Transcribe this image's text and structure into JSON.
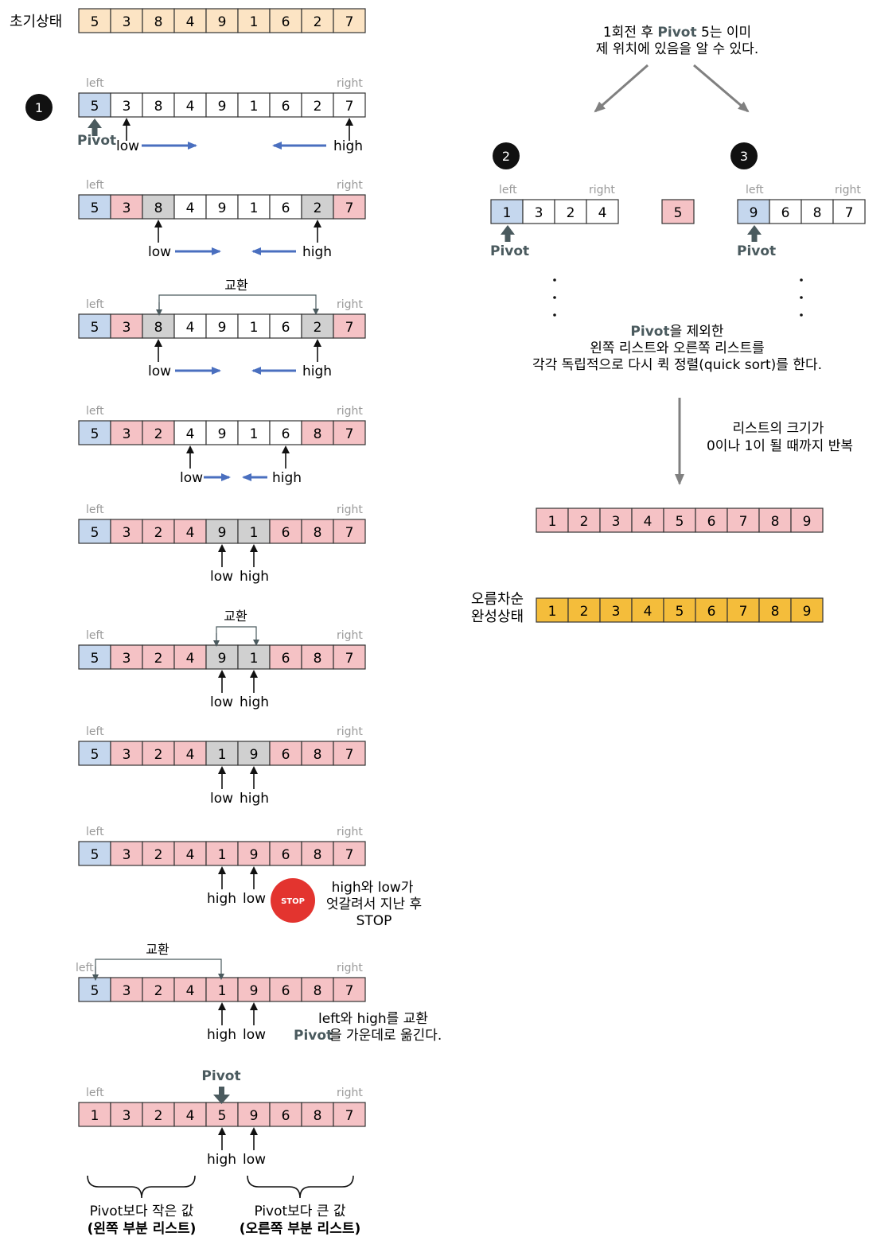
{
  "colors": {
    "initial_fill": "#fce4c4",
    "pivot_fill": "#c5d7ee",
    "done_fill": "#f5c2c5",
    "compare_fill": "#d0d0d0",
    "sorted_fill": "#f4bd3b",
    "move_arrow": "#4a6fbf",
    "pivot_arrow": "#4a5a5e",
    "stop_sign": "#e3342f",
    "gray_arrow": "#808080"
  },
  "labels": {
    "initial": "초기상태",
    "left": "left",
    "right": "right",
    "low": "low",
    "high": "high",
    "pivot": "Pivot",
    "swap": "교환",
    "stop_sign": "STOP"
  },
  "initial_array": [
    "5",
    "3",
    "8",
    "4",
    "9",
    "1",
    "6",
    "2",
    "7"
  ],
  "steps": [
    {
      "values": [
        "5",
        "3",
        "8",
        "4",
        "9",
        "1",
        "6",
        "2",
        "7"
      ],
      "colors": [
        "p",
        "w",
        "w",
        "w",
        "w",
        "w",
        "w",
        "w",
        "w"
      ]
    },
    {
      "values": [
        "5",
        "3",
        "8",
        "4",
        "9",
        "1",
        "6",
        "2",
        "7"
      ],
      "colors": [
        "p",
        "d",
        "g",
        "w",
        "w",
        "w",
        "w",
        "g",
        "d"
      ]
    },
    {
      "values": [
        "5",
        "3",
        "8",
        "4",
        "9",
        "1",
        "6",
        "2",
        "7"
      ],
      "colors": [
        "p",
        "d",
        "g",
        "w",
        "w",
        "w",
        "w",
        "g",
        "d"
      ]
    },
    {
      "values": [
        "5",
        "3",
        "2",
        "4",
        "9",
        "1",
        "6",
        "8",
        "7"
      ],
      "colors": [
        "p",
        "d",
        "d",
        "w",
        "w",
        "w",
        "w",
        "d",
        "d"
      ]
    },
    {
      "values": [
        "5",
        "3",
        "2",
        "4",
        "9",
        "1",
        "6",
        "8",
        "7"
      ],
      "colors": [
        "p",
        "d",
        "d",
        "d",
        "g",
        "g",
        "d",
        "d",
        "d"
      ]
    },
    {
      "values": [
        "5",
        "3",
        "2",
        "4",
        "9",
        "1",
        "6",
        "8",
        "7"
      ],
      "colors": [
        "p",
        "d",
        "d",
        "d",
        "g",
        "g",
        "d",
        "d",
        "d"
      ]
    },
    {
      "values": [
        "5",
        "3",
        "2",
        "4",
        "1",
        "9",
        "6",
        "8",
        "7"
      ],
      "colors": [
        "p",
        "d",
        "d",
        "d",
        "g",
        "g",
        "d",
        "d",
        "d"
      ]
    },
    {
      "values": [
        "5",
        "3",
        "2",
        "4",
        "1",
        "9",
        "6",
        "8",
        "7"
      ],
      "colors": [
        "p",
        "d",
        "d",
        "d",
        "d",
        "d",
        "d",
        "d",
        "d"
      ]
    },
    {
      "values": [
        "5",
        "3",
        "2",
        "4",
        "1",
        "9",
        "6",
        "8",
        "7"
      ],
      "colors": [
        "p",
        "d",
        "d",
        "d",
        "d",
        "d",
        "d",
        "d",
        "d"
      ]
    },
    {
      "values": [
        "1",
        "3",
        "2",
        "4",
        "5",
        "9",
        "6",
        "8",
        "7"
      ],
      "colors": [
        "d",
        "d",
        "d",
        "d",
        "d",
        "d",
        "d",
        "d",
        "d"
      ]
    }
  ],
  "step_badges": [
    "1",
    "2",
    "3"
  ],
  "notes": {
    "stop_text": [
      "high와 low가",
      "엇갈려서 지난 후",
      "STOP"
    ],
    "swap_text": [
      "left와 high를 교환",
      "을 가운데로 옮긴다."
    ],
    "left_sub_a": "Pivot보다 작은 값",
    "left_sub_b": "(왼쪽 부분 리스트)",
    "right_sub_a": "Pivot보다 큰 값",
    "right_sub_b": "(오른쪽 부분 리스트)"
  },
  "right_panel": {
    "top_text": [
      "1회전 후",
      "5는 이미",
      "제 위치에 있음을 알 수 있다."
    ],
    "left_sub": [
      "1",
      "3",
      "2",
      "4"
    ],
    "center": "5",
    "right_sub": [
      "9",
      "6",
      "8",
      "7"
    ],
    "mid_text": [
      "을 제외한",
      "왼쪽 리스트와 오른쪽 리스트를",
      "각각 독립적으로 다시 퀵 정렬(quick sort)를 한다."
    ],
    "repeat_text": [
      "리스트의 크기가",
      "0이나 1이 될 때까지 반복"
    ],
    "final_array": [
      "1",
      "2",
      "3",
      "4",
      "5",
      "6",
      "7",
      "8",
      "9"
    ],
    "done_label": [
      "오름차순",
      "완성상태"
    ]
  }
}
